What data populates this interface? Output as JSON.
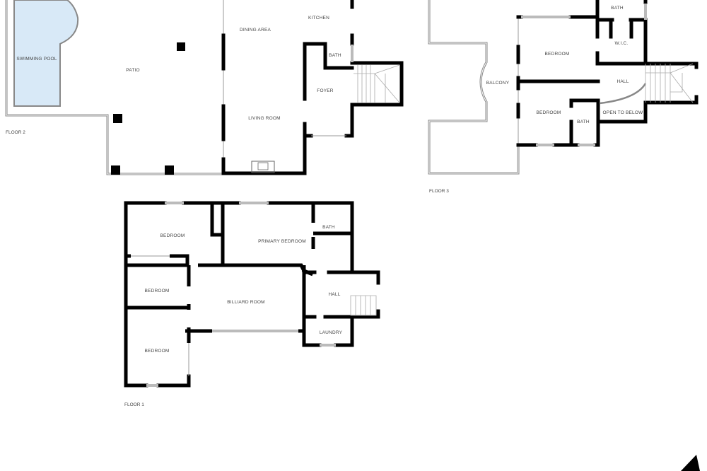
{
  "floors": [
    {
      "label": "FLOOR 2",
      "rooms": [
        "SWIMMING POOL",
        "PATIO",
        "DINING AREA",
        "KITCHEN",
        "BATH",
        "FOYER",
        "LIVING ROOM"
      ]
    },
    {
      "label": "FLOOR 3",
      "rooms": [
        "BATH",
        "BEDROOM",
        "W.I.C.",
        "BALCONY",
        "HALL",
        "BEDROOM",
        "BATH",
        "OPEN TO BELOW"
      ]
    },
    {
      "label": "FLOOR 1",
      "rooms": [
        "BEDROOM",
        "PRIMARY BEDROOM",
        "BATH",
        "BEDROOM",
        "BILLIARD ROOM",
        "HALL",
        "BEDROOM",
        "LAUNDRY"
      ]
    }
  ],
  "colors": {
    "pool": "#d8e9f7",
    "wall": "#000000"
  },
  "compass_icon": "north-arrow-icon"
}
